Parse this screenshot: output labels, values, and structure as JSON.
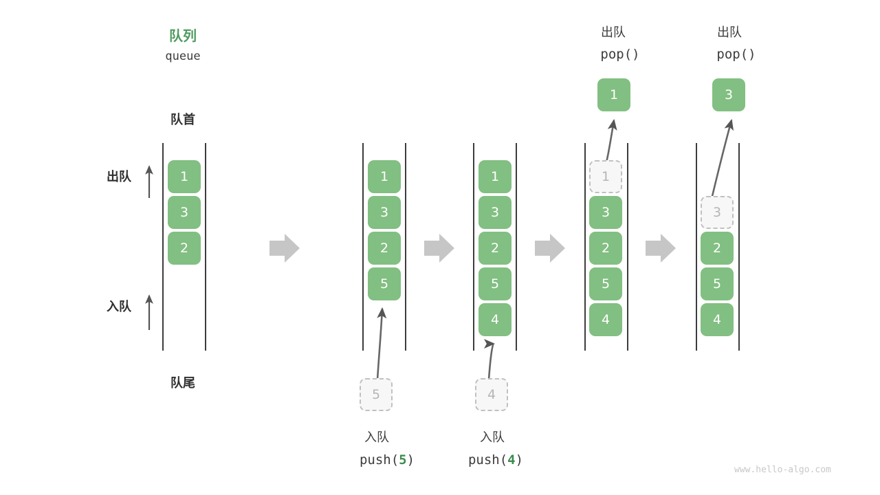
{
  "diagram": {
    "title_cn": "队列",
    "title_en": "queue",
    "head_label": "队首",
    "tail_label": "队尾",
    "dequeue_axis_label": "出队",
    "enqueue_axis_label": "入队",
    "watermark": "www.hello-algo.com",
    "colors": {
      "cell_fill": "#82bf82",
      "cell_text": "#ffffff",
      "ghost_fill": "#f7f7f7",
      "ghost_border": "#c0c0c0",
      "ghost_text": "#b5b5b5",
      "rail": "#3c3c3c",
      "accent_green": "#4e9a5f",
      "code_number_green": "#3c8c4e",
      "transition_arrow": "#c6c6c6",
      "pointer_arrow": "#555555",
      "watermark_text": "#c8c8c8"
    }
  },
  "steps": [
    {
      "id": "initial",
      "op_cn": "",
      "op_code": "",
      "cells": [
        {
          "value": "1",
          "state": "filled"
        },
        {
          "value": "3",
          "state": "filled"
        },
        {
          "value": "2",
          "state": "filled"
        }
      ]
    },
    {
      "id": "push-5",
      "op_cn": "入队",
      "op_code_prefix": "push(",
      "op_code_number": "5",
      "op_code_suffix": ")",
      "incoming_value": "5",
      "cells": [
        {
          "value": "1",
          "state": "filled"
        },
        {
          "value": "3",
          "state": "filled"
        },
        {
          "value": "2",
          "state": "filled"
        },
        {
          "value": "5",
          "state": "filled"
        }
      ]
    },
    {
      "id": "push-4",
      "op_cn": "入队",
      "op_code_prefix": "push(",
      "op_code_number": "4",
      "op_code_suffix": ")",
      "incoming_value": "4",
      "cells": [
        {
          "value": "1",
          "state": "filled"
        },
        {
          "value": "3",
          "state": "filled"
        },
        {
          "value": "2",
          "state": "filled"
        },
        {
          "value": "5",
          "state": "filled"
        },
        {
          "value": "4",
          "state": "filled"
        }
      ]
    },
    {
      "id": "pop-1",
      "op_cn": "出队",
      "op_code": "pop()",
      "popped_value": "1",
      "cells": [
        {
          "value": "1",
          "state": "ghost"
        },
        {
          "value": "3",
          "state": "filled"
        },
        {
          "value": "2",
          "state": "filled"
        },
        {
          "value": "5",
          "state": "filled"
        },
        {
          "value": "4",
          "state": "filled"
        }
      ]
    },
    {
      "id": "pop-3",
      "op_cn": "出队",
      "op_code": "pop()",
      "popped_value": "3",
      "cells": [
        {
          "value": "3",
          "state": "ghost"
        },
        {
          "value": "2",
          "state": "filled"
        },
        {
          "value": "5",
          "state": "filled"
        },
        {
          "value": "4",
          "state": "filled"
        }
      ]
    }
  ]
}
